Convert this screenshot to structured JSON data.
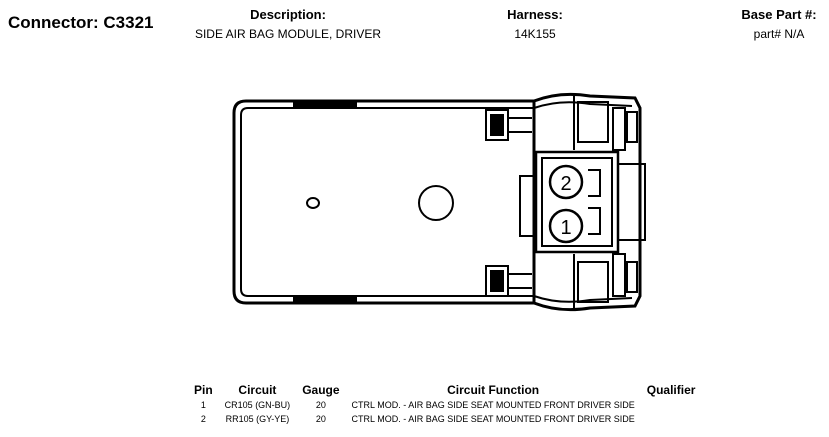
{
  "connector": {
    "label": "Connector:",
    "id": "C3321"
  },
  "description": {
    "label": "Description:",
    "value": "SIDE AIR BAG MODULE, DRIVER"
  },
  "harness": {
    "label": "Harness:",
    "value": "14K155"
  },
  "base_part": {
    "label": "Base Part #:",
    "value": "part# N/A"
  },
  "diagram": {
    "pin_labels": [
      "2",
      "1"
    ]
  },
  "pin_table": {
    "headers": {
      "pin": "Pin",
      "circuit": "Circuit",
      "gauge": "Gauge",
      "function": "Circuit Function",
      "qualifier": "Qualifier"
    },
    "rows": [
      {
        "pin": "1",
        "circuit": "CR105 (GN-BU)",
        "gauge": "20",
        "function": "CTRL MOD. - AIR BAG SIDE SEAT MOUNTED FRONT DRIVER SIDE",
        "qualifier": ""
      },
      {
        "pin": "2",
        "circuit": "RR105 (GY-YE)",
        "gauge": "20",
        "function": "CTRL MOD. - AIR BAG SIDE SEAT MOUNTED FRONT DRIVER SIDE",
        "qualifier": ""
      }
    ]
  }
}
